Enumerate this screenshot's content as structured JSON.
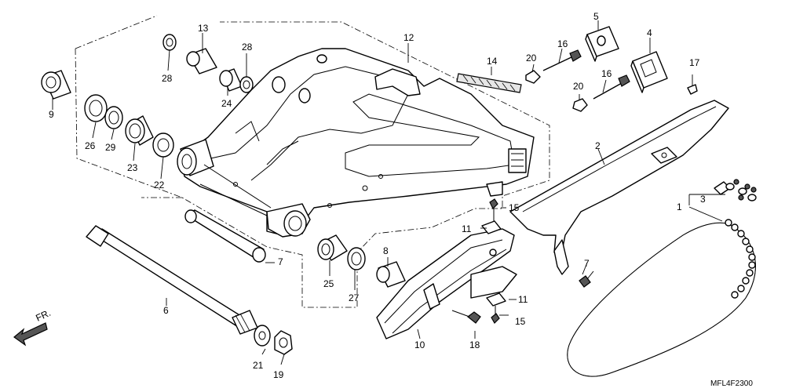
{
  "parts": [
    {
      "id": "p1",
      "label": "1"
    },
    {
      "id": "p2",
      "label": "2"
    },
    {
      "id": "p3",
      "label": "3"
    },
    {
      "id": "p4",
      "label": "4"
    },
    {
      "id": "p5",
      "label": "5"
    },
    {
      "id": "p6",
      "label": "6"
    },
    {
      "id": "p7a",
      "label": "7"
    },
    {
      "id": "p7b",
      "label": "7"
    },
    {
      "id": "p8",
      "label": "8"
    },
    {
      "id": "p9",
      "label": "9"
    },
    {
      "id": "p10",
      "label": "10"
    },
    {
      "id": "p11a",
      "label": "11"
    },
    {
      "id": "p11b",
      "label": "11"
    },
    {
      "id": "p12",
      "label": "12"
    },
    {
      "id": "p13",
      "label": "13"
    },
    {
      "id": "p14",
      "label": "14"
    },
    {
      "id": "p15a",
      "label": "15"
    },
    {
      "id": "p15b",
      "label": "15"
    },
    {
      "id": "p16a",
      "label": "16"
    },
    {
      "id": "p16b",
      "label": "16"
    },
    {
      "id": "p17",
      "label": "17"
    },
    {
      "id": "p18",
      "label": "18"
    },
    {
      "id": "p19",
      "label": "19"
    },
    {
      "id": "p20a",
      "label": "20"
    },
    {
      "id": "p20b",
      "label": "20"
    },
    {
      "id": "p21",
      "label": "21"
    },
    {
      "id": "p22",
      "label": "22"
    },
    {
      "id": "p23",
      "label": "23"
    },
    {
      "id": "p24",
      "label": "24"
    },
    {
      "id": "p25",
      "label": "25"
    },
    {
      "id": "p26",
      "label": "26"
    },
    {
      "id": "p27",
      "label": "27"
    },
    {
      "id": "p28a",
      "label": "28"
    },
    {
      "id": "p28b",
      "label": "28"
    },
    {
      "id": "p29",
      "label": "29"
    }
  ],
  "front_arrow": "FR.",
  "diagram_code": "MFL4F2300"
}
